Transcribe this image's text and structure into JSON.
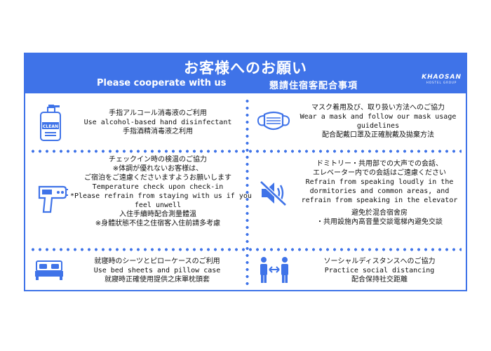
{
  "header": {
    "title_jp": "お客様へのお願い",
    "title_en": "Please cooperate with us",
    "title_zh": "懇請住宿客配合事項",
    "logo_main": "KHAOSAN",
    "logo_sub": "HOSTEL GROUP"
  },
  "colors": {
    "accent": "#3f73e8",
    "background": "#ffffff"
  },
  "sections": {
    "sanitizer": {
      "icon": "hand-sanitizer-icon",
      "icon_label": "CLEAN",
      "jp": "手指アルコール消毒液のご利用",
      "en": "Use alcohol-based hand disinfectant",
      "zh": "手指酒精消毒液之利用"
    },
    "mask": {
      "icon": "face-mask-icon",
      "jp": "マスク着用及び、取り扱い方法へのご協力",
      "en1": "Wear a mask and follow our mask usage",
      "en2": "guidelines",
      "zh": "配合配戴口罩及正確脫戴及拋棄方法"
    },
    "temperature": {
      "icon": "thermometer-gun-icon",
      "jp1": "チェックイン時の検温のご協力",
      "jp2": "※体調が優れないお客様は、",
      "jp3": "ご宿泊をご遠慮くださいますようお願いします",
      "en1": "Temperature check upon check-in",
      "en2": "*Please refrain from staying with us if you",
      "en3": "feel unwell",
      "zh1": "入住手續時配合測量體溫",
      "zh2": "※身體狀態不佳之住宿客入住前請多考慮"
    },
    "quiet": {
      "icon": "no-sound-icon",
      "jp1": "ドミトリー・共用部での大声での会話、",
      "jp2": "エレベーター内での会話はご遠慮ください",
      "en1": "Refrain from speaking loudly in the",
      "en2": "dormitories and common areas, and",
      "en3": "refrain from speaking in the elevator",
      "zh1": "避免於混合宿舍房",
      "zh2": "・共用設施內高音量交談電梯內避免交談"
    },
    "bedding": {
      "icon": "bed-icon",
      "jp": "就寝時のシーツとピローケースのご利用",
      "en": "Use bed sheets and pillow case",
      "zh": "就寢時正確使用提供之床單枕頭套"
    },
    "distance": {
      "icon": "social-distance-icon",
      "jp": "ソーシャルディスタンスへのご協力",
      "en": "Practice social distancing",
      "zh": "配合保持社交距離"
    }
  }
}
